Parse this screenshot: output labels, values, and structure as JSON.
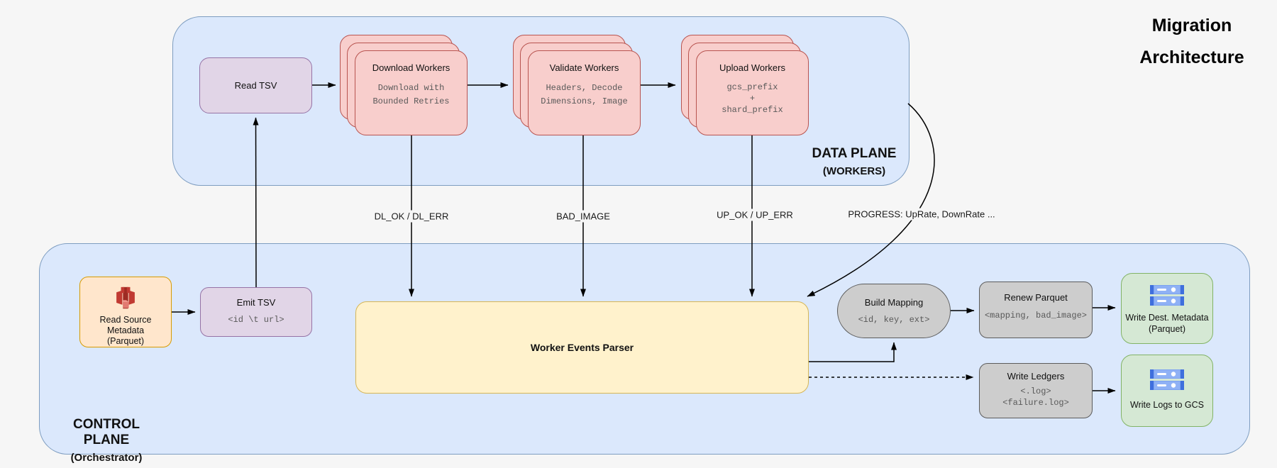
{
  "title": {
    "line1": "Migration",
    "line2": "Architecture"
  },
  "planes": {
    "data": {
      "label": "DATA PLANE",
      "sublabel": "(WORKERS)"
    },
    "control": {
      "label": "CONTROL PLANE",
      "sublabel": "(Orchestrator)"
    }
  },
  "nodes": {
    "read_tsv": {
      "label": "Read TSV"
    },
    "download_workers": {
      "label": "Download Workers",
      "lines": [
        "Download with",
        "Bounded Retries"
      ]
    },
    "validate_workers": {
      "label": "Validate Workers",
      "lines": [
        "Headers, Decode",
        "Dimensions, Image"
      ]
    },
    "upload_workers": {
      "label": "Upload Workers",
      "lines": [
        "gcs_prefix",
        "+",
        "shard_prefix"
      ]
    },
    "read_source_metadata": {
      "label": "Read Source Metadata",
      "sublabel": "(Parquet)",
      "icon": "s3-bucket-icon"
    },
    "emit_tsv": {
      "label": "Emit TSV",
      "lines": [
        "<id \\t url>"
      ]
    },
    "worker_events_parser": {
      "label": "Worker Events Parser"
    },
    "build_mapping": {
      "label": "Build Mapping",
      "lines": [
        "<id, key, ext>"
      ]
    },
    "renew_parquet": {
      "label": "Renew Parquet",
      "lines": [
        "<mapping, bad_image>"
      ]
    },
    "write_dest_metadata": {
      "label": "Write Dest. Metadata",
      "sublabel": "(Parquet)",
      "icon": "server-stack-icon"
    },
    "write_ledgers": {
      "label": "Write Ledgers",
      "lines": [
        "<.log>",
        "<failure.log>"
      ]
    },
    "write_logs_gcs": {
      "label": "Write Logs to GCS",
      "icon": "server-stack-icon"
    }
  },
  "edge_labels": {
    "dl": "DL_OK / DL_ERR",
    "bad": "BAD_IMAGE",
    "up": "UP_OK / UP_ERR",
    "progress": "PROGRESS: UpRate, DownRate ..."
  },
  "colors": {
    "page_bg": "#f6f6f6",
    "plane_fill": "#dbe8fc",
    "plane_border": "#7e9dc0",
    "worker_fill": "#f8cecc",
    "worker_border": "#b85450",
    "lavender_fill": "#e1d5e7",
    "lavender_border": "#9673a6",
    "orange_fill": "#ffe6cc",
    "orange_border": "#d79b00",
    "yellow_fill": "#fff2cc",
    "yellow_border": "#d6b656",
    "gray_fill": "#cdcdcd",
    "gray_border": "#5b5b5b",
    "green_fill": "#d5e8d4",
    "green_border": "#82b366",
    "arrow": "#000000",
    "mono_text": "#595959",
    "s3_icon_red": "#c13a32",
    "server_icon_blue": "#7ba2f0"
  }
}
